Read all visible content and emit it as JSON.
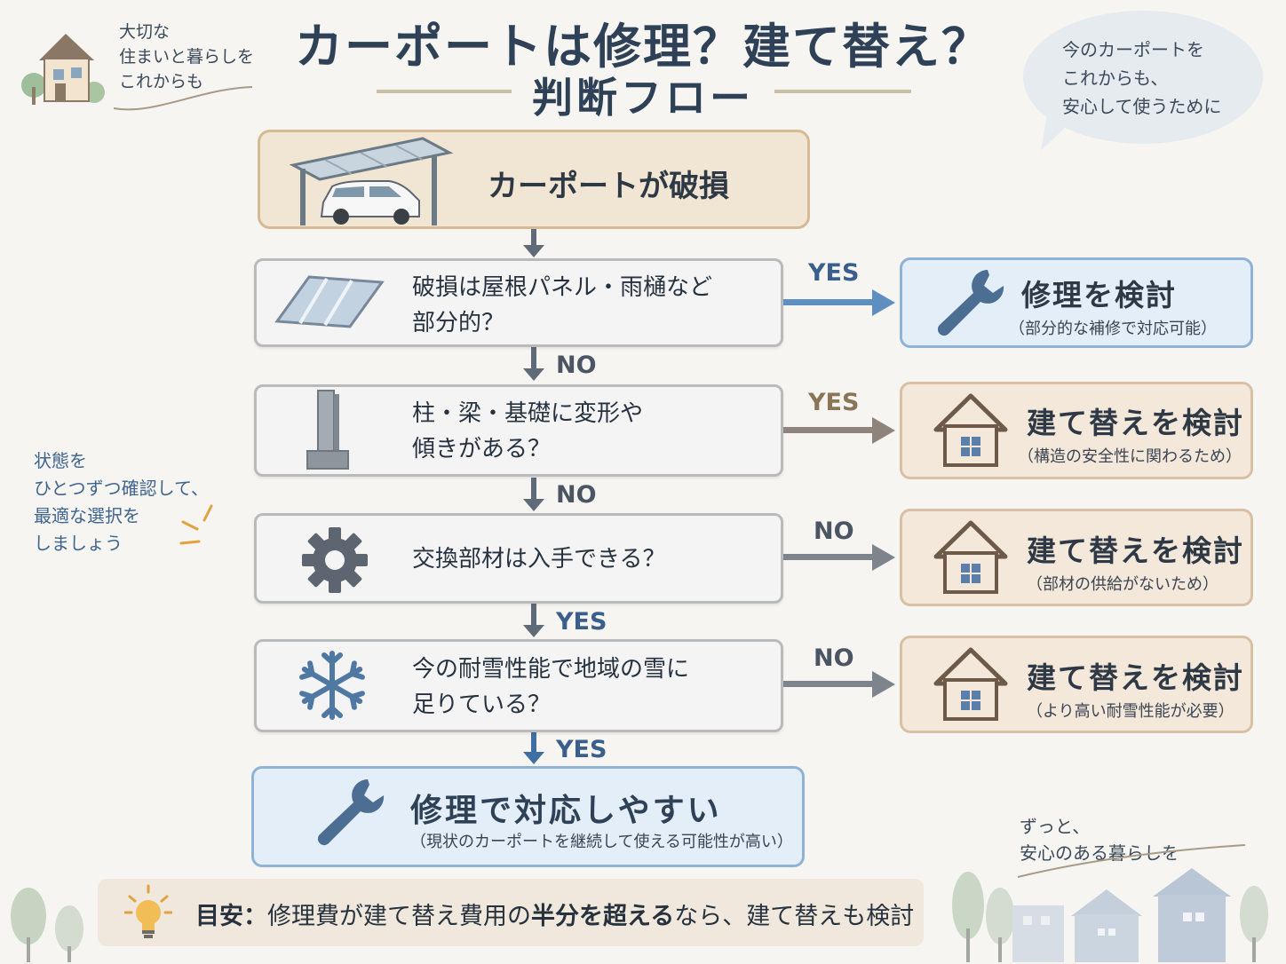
{
  "title": {
    "line1": "カーポートは修理？建て替え？",
    "line2": "判断フロー"
  },
  "notes": {
    "top_left": "大切な\n住まいと暮らしを\nこれからも",
    "top_right": "今のカーポートを\nこれからも、\n安心して使うために",
    "left": "状態を\nひとつずつ確認して、\n最適な選択を\nしましょう",
    "bottom_right": "ずっと、\n安心のある暮らしを"
  },
  "flow": {
    "start": "カーポートが破損",
    "questions": [
      {
        "text": "破損は屋根パネル・雨樋など\n部分的？",
        "side_label": "YES",
        "down_label": "NO"
      },
      {
        "text": "柱・梁・基礎に変形や\n傾きがある？",
        "side_label": "YES",
        "down_label": "NO"
      },
      {
        "text": "交換部材は入手できる？",
        "side_label": "NO",
        "down_label": "YES"
      },
      {
        "text": "今の耐雪性能で地域の雪に\n足りている？",
        "side_label": "NO",
        "down_label": "YES"
      }
    ],
    "results": [
      {
        "title": "修理を検討",
        "sub": "（部分的な補修で対応可能）"
      },
      {
        "title": "建て替えを検討",
        "sub": "（構造の安全性に関わるため）"
      },
      {
        "title": "建て替えを検討",
        "sub": "（部材の供給がないため）"
      },
      {
        "title": "建て替えを検討",
        "sub": "（より高い耐雪性能が必要）"
      }
    ],
    "final": {
      "title": "修理で対応しやすい",
      "sub": "（現状のカーポートを継続して使える可能性が高い）"
    }
  },
  "guideline": {
    "label": "目安：",
    "part1": "修理費が建て替え費用の",
    "emphasis": "半分を超える",
    "part2": "なら、建て替えも検討"
  },
  "colors": {
    "repair_blue": "#e3eef8",
    "rebuild_beige": "#f3e8da",
    "start_beige": "#f1e5d3",
    "title_navy": "#2e4157"
  },
  "icons": {
    "start": "carport-car-icon",
    "q1": "roof-panel-icon",
    "q2": "pillar-icon",
    "q3": "gear-icon",
    "q4": "snowflake-icon",
    "repair": "wrench-icon",
    "rebuild": "house-icon",
    "guideline": "lightbulb-icon"
  }
}
